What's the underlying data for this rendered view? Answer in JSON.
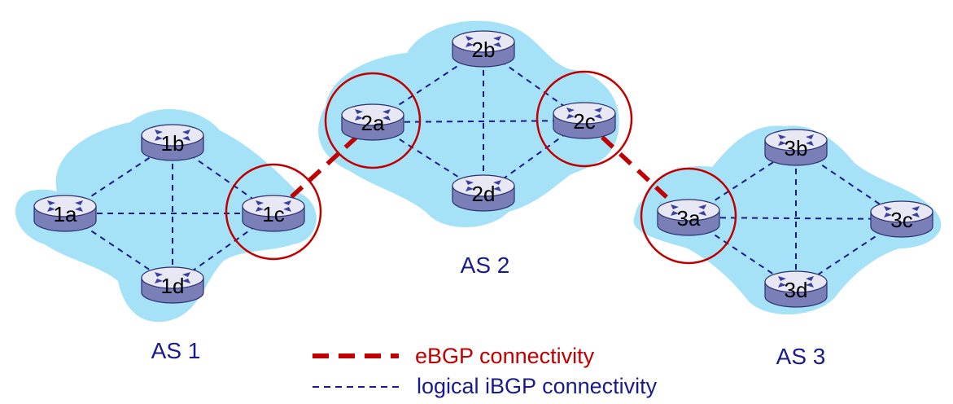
{
  "colors": {
    "cloud": "#a6e2f7",
    "ibgp_line": "#1a1a8c",
    "ebgp_line": "#c00000",
    "circle": "#c00000",
    "router_body": "#7b7fb8",
    "router_top": "#e7e8f3",
    "router_arrows": "#3a3fa0",
    "as_text": "#1a1a8c"
  },
  "autonomous_systems": [
    {
      "id": "as1",
      "label": "AS 1"
    },
    {
      "id": "as2",
      "label": "AS 2"
    },
    {
      "id": "as3",
      "label": "AS 3"
    }
  ],
  "routers": [
    {
      "id": "1a",
      "label": "1a"
    },
    {
      "id": "1b",
      "label": "1b"
    },
    {
      "id": "1c",
      "label": "1c"
    },
    {
      "id": "1d",
      "label": "1d"
    },
    {
      "id": "2a",
      "label": "2a"
    },
    {
      "id": "2b",
      "label": "2b"
    },
    {
      "id": "2c",
      "label": "2c"
    },
    {
      "id": "2d",
      "label": "2d"
    },
    {
      "id": "3a",
      "label": "3a"
    },
    {
      "id": "3b",
      "label": "3b"
    },
    {
      "id": "3c",
      "label": "3c"
    },
    {
      "id": "3d",
      "label": "3d"
    }
  ],
  "ibgp_links": [
    [
      "1a",
      "1b"
    ],
    [
      "1a",
      "1c"
    ],
    [
      "1a",
      "1d"
    ],
    [
      "1b",
      "1c"
    ],
    [
      "1b",
      "1d"
    ],
    [
      "1c",
      "1d"
    ],
    [
      "2a",
      "2b"
    ],
    [
      "2a",
      "2c"
    ],
    [
      "2a",
      "2d"
    ],
    [
      "2b",
      "2c"
    ],
    [
      "2b",
      "2d"
    ],
    [
      "2c",
      "2d"
    ],
    [
      "3a",
      "3b"
    ],
    [
      "3a",
      "3c"
    ],
    [
      "3a",
      "3d"
    ],
    [
      "3b",
      "3c"
    ],
    [
      "3b",
      "3d"
    ],
    [
      "3c",
      "3d"
    ]
  ],
  "ebgp_links": [
    [
      "1c",
      "2a"
    ],
    [
      "2c",
      "3a"
    ]
  ],
  "gateway_routers": [
    "1c",
    "2a",
    "2c",
    "3a"
  ],
  "legend": {
    "ebgp_label": "eBGP connectivity",
    "ibgp_label": "logical iBGP connectivity"
  }
}
